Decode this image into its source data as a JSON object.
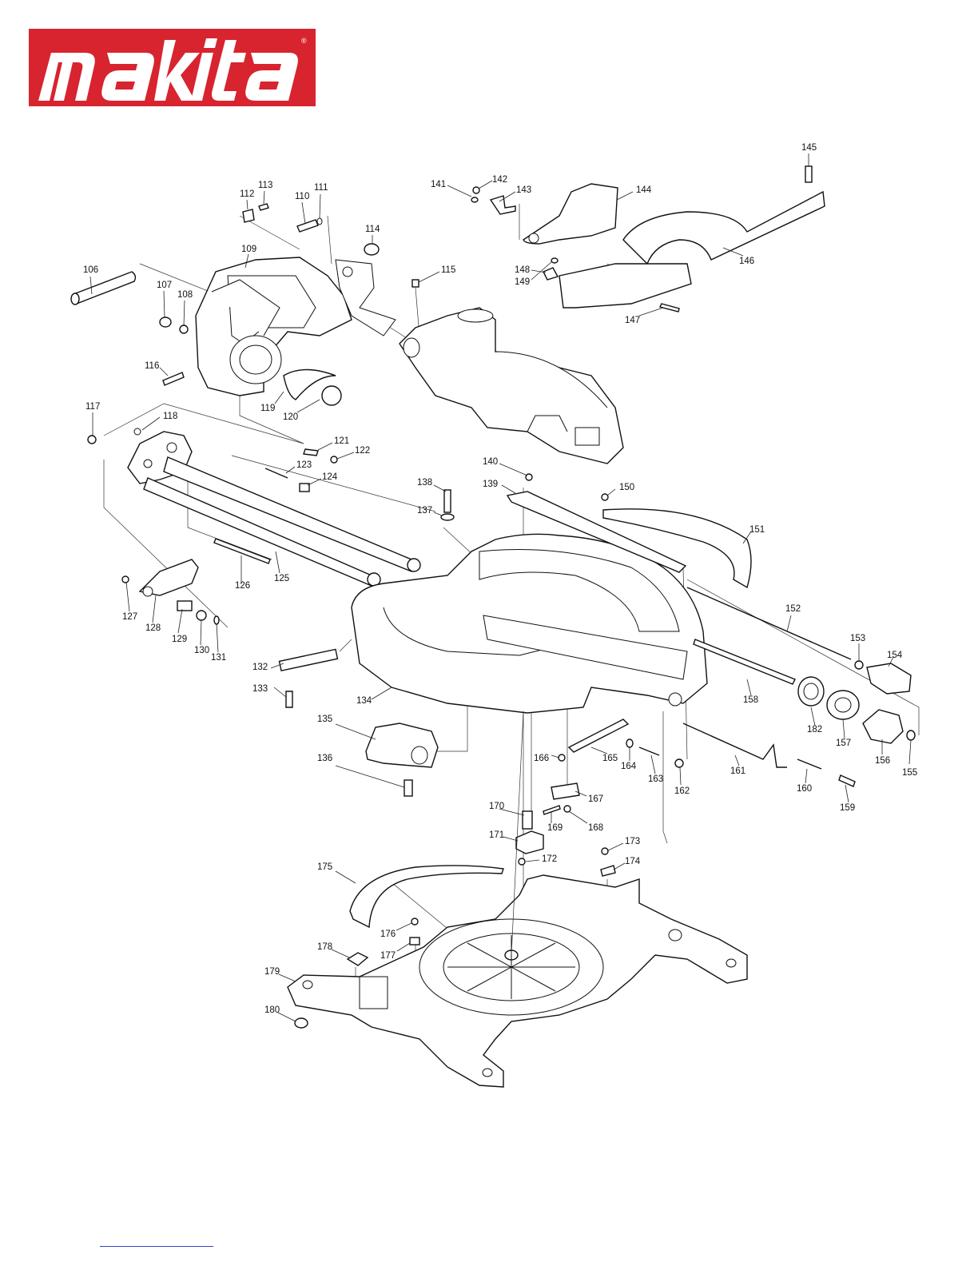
{
  "brand": {
    "name": "makita",
    "registered_mark": "®",
    "color": "#d7242f"
  },
  "callouts": [
    {
      "id": "106"
    },
    {
      "id": "107"
    },
    {
      "id": "108"
    },
    {
      "id": "109"
    },
    {
      "id": "110"
    },
    {
      "id": "111"
    },
    {
      "id": "112"
    },
    {
      "id": "113"
    },
    {
      "id": "114"
    },
    {
      "id": "115"
    },
    {
      "id": "116"
    },
    {
      "id": "117"
    },
    {
      "id": "118"
    },
    {
      "id": "119"
    },
    {
      "id": "120"
    },
    {
      "id": "121"
    },
    {
      "id": "122"
    },
    {
      "id": "123"
    },
    {
      "id": "124"
    },
    {
      "id": "125"
    },
    {
      "id": "126"
    },
    {
      "id": "127"
    },
    {
      "id": "128"
    },
    {
      "id": "129"
    },
    {
      "id": "130"
    },
    {
      "id": "131"
    },
    {
      "id": "132"
    },
    {
      "id": "133"
    },
    {
      "id": "134"
    },
    {
      "id": "135"
    },
    {
      "id": "136"
    },
    {
      "id": "137"
    },
    {
      "id": "138"
    },
    {
      "id": "139"
    },
    {
      "id": "140"
    },
    {
      "id": "141"
    },
    {
      "id": "142"
    },
    {
      "id": "143"
    },
    {
      "id": "144"
    },
    {
      "id": "145"
    },
    {
      "id": "146"
    },
    {
      "id": "147"
    },
    {
      "id": "148"
    },
    {
      "id": "149"
    },
    {
      "id": "150"
    },
    {
      "id": "151"
    },
    {
      "id": "152"
    },
    {
      "id": "153"
    },
    {
      "id": "154"
    },
    {
      "id": "155"
    },
    {
      "id": "156"
    },
    {
      "id": "157"
    },
    {
      "id": "158"
    },
    {
      "id": "159"
    },
    {
      "id": "160"
    },
    {
      "id": "161"
    },
    {
      "id": "162"
    },
    {
      "id": "163"
    },
    {
      "id": "164"
    },
    {
      "id": "165"
    },
    {
      "id": "166"
    },
    {
      "id": "167"
    },
    {
      "id": "168"
    },
    {
      "id": "169"
    },
    {
      "id": "170"
    },
    {
      "id": "171"
    },
    {
      "id": "172"
    },
    {
      "id": "173"
    },
    {
      "id": "174"
    },
    {
      "id": "175"
    },
    {
      "id": "176"
    },
    {
      "id": "177"
    },
    {
      "id": "178"
    },
    {
      "id": "179"
    },
    {
      "id": "180"
    }
  ]
}
